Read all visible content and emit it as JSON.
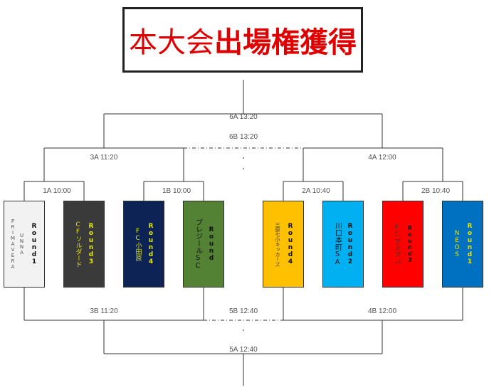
{
  "title": {
    "prefix": "本大会",
    "emphasis": "出場権獲得"
  },
  "matches": {
    "m1A": "1A 10:00",
    "m1B": "1B 10:00",
    "m2A": "2A 10:40",
    "m2B": "2B 10:40",
    "m3A": "3A 11:20",
    "m4A": "4A 12:00",
    "m6A": "6A 13:20",
    "m6B": "6B 13:20",
    "m3B": "3B 11:20",
    "m4B": "4B 12:00",
    "m5B": "5B 12:40",
    "m5A": "5A 12:40"
  },
  "teams": [
    {
      "name": "PRIMAVERA",
      "name2": "UNNA",
      "round": "Round1",
      "bg": "#f2f2f2",
      "name_color": "#555555",
      "round_color": "#111111"
    },
    {
      "name": "CFソルダード",
      "round": "Round3",
      "bg": "#3a3a3a",
      "name_color": "#e6e600",
      "round_color": "#e6e600"
    },
    {
      "name": "FC小田原",
      "round": "Round4",
      "bg": "#0d2355",
      "name_color": "#e6e600",
      "round_color": "#e6e600"
    },
    {
      "name": "プレジールSC",
      "round": "Round",
      "bg": "#548235",
      "name_color": "#111111",
      "round_color": "#111111"
    },
    {
      "name": "三原七小キッカーズ",
      "round": "Round4",
      "bg": "#ffc000",
      "name_color": "#333333",
      "round_color": "#111111"
    },
    {
      "name": "川口本町SA",
      "round": "Round2",
      "bg": "#00b0f0",
      "name_color": "#111111",
      "round_color": "#111111"
    },
    {
      "name": "FCアミアル",
      "round": "Round3",
      "bg": "#ff0000",
      "name_color": "#333333",
      "round_color": "#111111"
    },
    {
      "name": "NEOS",
      "round": "Round1",
      "bg": "#0070c0",
      "name_color": "#e6e600",
      "round_color": "#e6e600"
    }
  ]
}
